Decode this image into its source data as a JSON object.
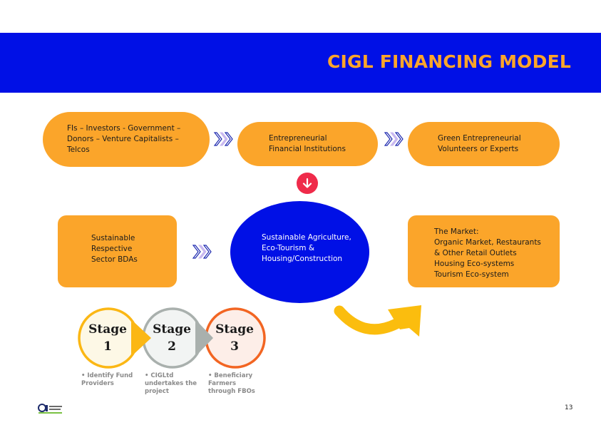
{
  "header": {
    "title": "CIGL FINANCING MODEL"
  },
  "top_row": [
    {
      "text": "FIs – Investors - Government –\nDonors – Venture Capitalists –\nTelcos"
    },
    {
      "text": "Entrepreneurial\nFinancial Institutions"
    },
    {
      "text": "Green   Entrepreneurial\nVolunteers or Experts"
    }
  ],
  "left_box": {
    "text": "Sustainable\nRespective\nSector BDAs"
  },
  "center": {
    "text": "Sustainable Agriculture,\nEco-Tourism &\nHousing/Construction"
  },
  "market_box": {
    "text": "The Market:\nOrganic Market, Restaurants\n& Other Retail Outlets\nHousing Eco-systems\nTourism Eco-system"
  },
  "stages": [
    {
      "label": "Stage\n1",
      "bullet": "• Identify Fund\n  Providers",
      "color": "#fbb714"
    },
    {
      "label": "Stage\n2",
      "bullet": "• CIGLtd\n  undertakes the\n  project",
      "color": "#a9b0ad"
    },
    {
      "label": "Stage\n3",
      "bullet": "• Beneficiary\n  Farmers\n  through FBOs",
      "color": "#f26522"
    }
  ],
  "footer": {
    "page_number": "13"
  },
  "colors": {
    "brand_blue": "#0010e6",
    "accent_orange": "#fba52a",
    "alert_red": "#ef2b4a",
    "arrow_yellow": "#fbbd0e"
  }
}
